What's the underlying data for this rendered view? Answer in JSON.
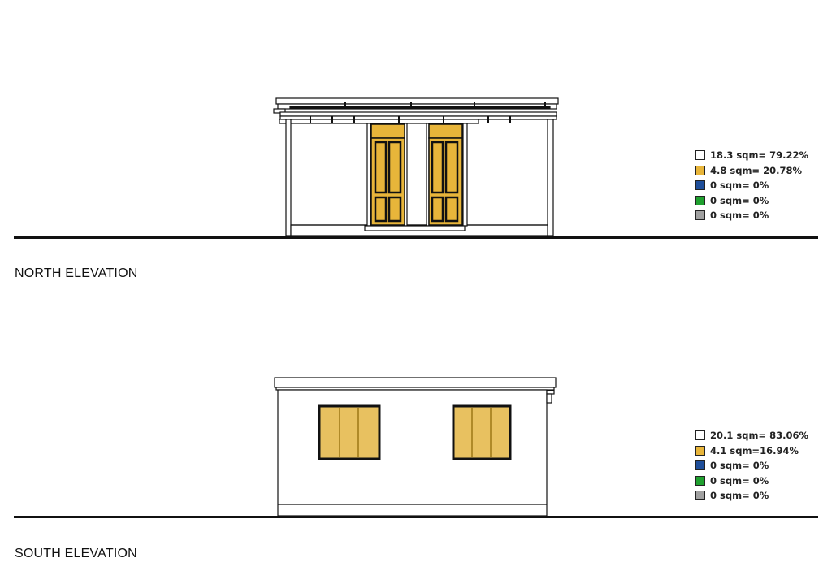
{
  "north": {
    "title": "NORTH ELEVATION",
    "legend": [
      {
        "text": "18.3 sqm= 79.22%",
        "color": "#ffffff"
      },
      {
        "text": "4.8 sqm= 20.78%",
        "color": "#e8b53a"
      },
      {
        "text": "0 sqm= 0%",
        "color": "#1f4e9a"
      },
      {
        "text": "0 sqm= 0%",
        "color": "#1fa02f"
      },
      {
        "text": "0 sqm= 0%",
        "color": "#a0a0a0"
      }
    ]
  },
  "south": {
    "title": "SOUTH ELEVATION",
    "legend": [
      {
        "text": "20.1 sqm= 83.06%",
        "color": "#ffffff"
      },
      {
        "text": "4.1 sqm=16.94%",
        "color": "#e8b53a"
      },
      {
        "text": "0 sqm= 0%",
        "color": "#1f4e9a"
      },
      {
        "text": "0 sqm= 0%",
        "color": "#1fa02f"
      },
      {
        "text": "0 sqm= 0%",
        "color": "#a0a0a0"
      }
    ]
  },
  "colors": {
    "door": "#e8b53a",
    "window": "#e8c160",
    "window_mullion": "#b08a28",
    "line": "#111111"
  }
}
